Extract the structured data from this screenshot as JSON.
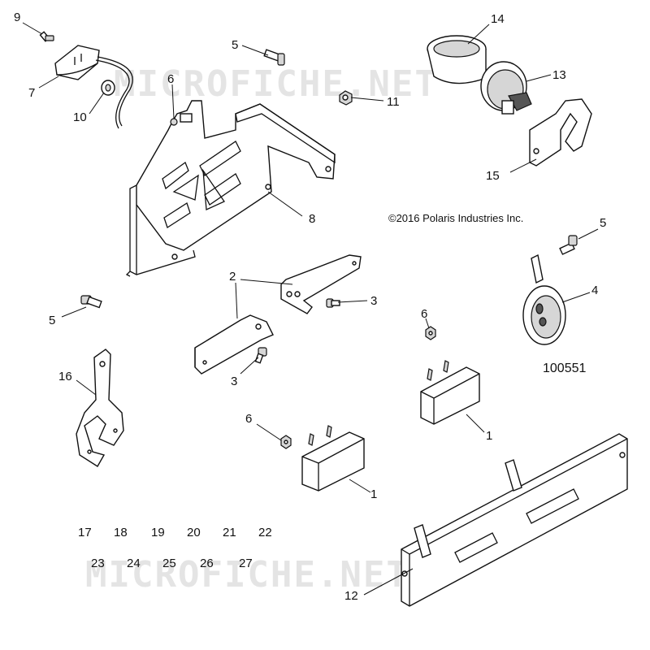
{
  "watermark": "MICROFICHE.NET",
  "copyright": "©2016  Polaris Industries Inc.",
  "diagram_id": "100551",
  "callouts": {
    "c9": "9",
    "c7": "7",
    "c10": "10",
    "c6a": "6",
    "c5a": "5",
    "c11": "11",
    "c14": "14",
    "c13": "13",
    "c15": "15",
    "c8": "8",
    "c5b": "5",
    "c4": "4",
    "c5c": "5",
    "c2": "2",
    "c3a": "3",
    "c3b": "3",
    "c16": "16",
    "c6b": "6",
    "c1a": "1",
    "c6c": "6",
    "c1b": "1",
    "c12": "12"
  },
  "unused_refs": [
    "17",
    "18",
    "19",
    "20",
    "21",
    "22",
    "23",
    "24",
    "25",
    "26",
    "27"
  ]
}
